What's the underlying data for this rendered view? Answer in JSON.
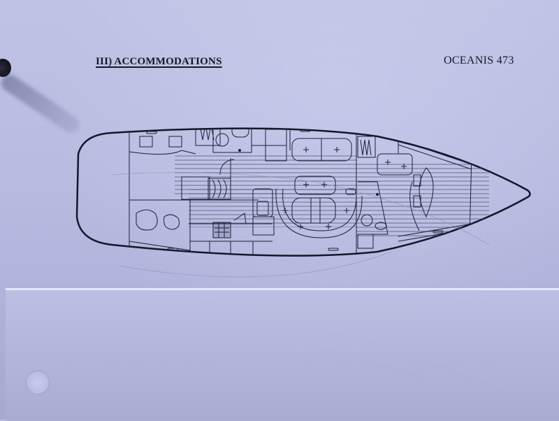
{
  "document": {
    "section_heading": "III) ACCOMMODATIONS",
    "model_name": "OCEANIS 473"
  },
  "plan": {
    "title": "Accommodation layout plan (top view)",
    "orientation": "stern left, bow right",
    "areas": [
      "aft-cabin-starboard",
      "aft-cabin-port",
      "aft-head",
      "companionway-steps",
      "galley",
      "saloon-dinette",
      "saloon-settee",
      "forward-head",
      "forward-cabin",
      "chain-locker"
    ]
  },
  "colors": {
    "paper": "#b7bbe0",
    "ink": "#16162a",
    "overlay_edge": "#e6e8ff"
  }
}
